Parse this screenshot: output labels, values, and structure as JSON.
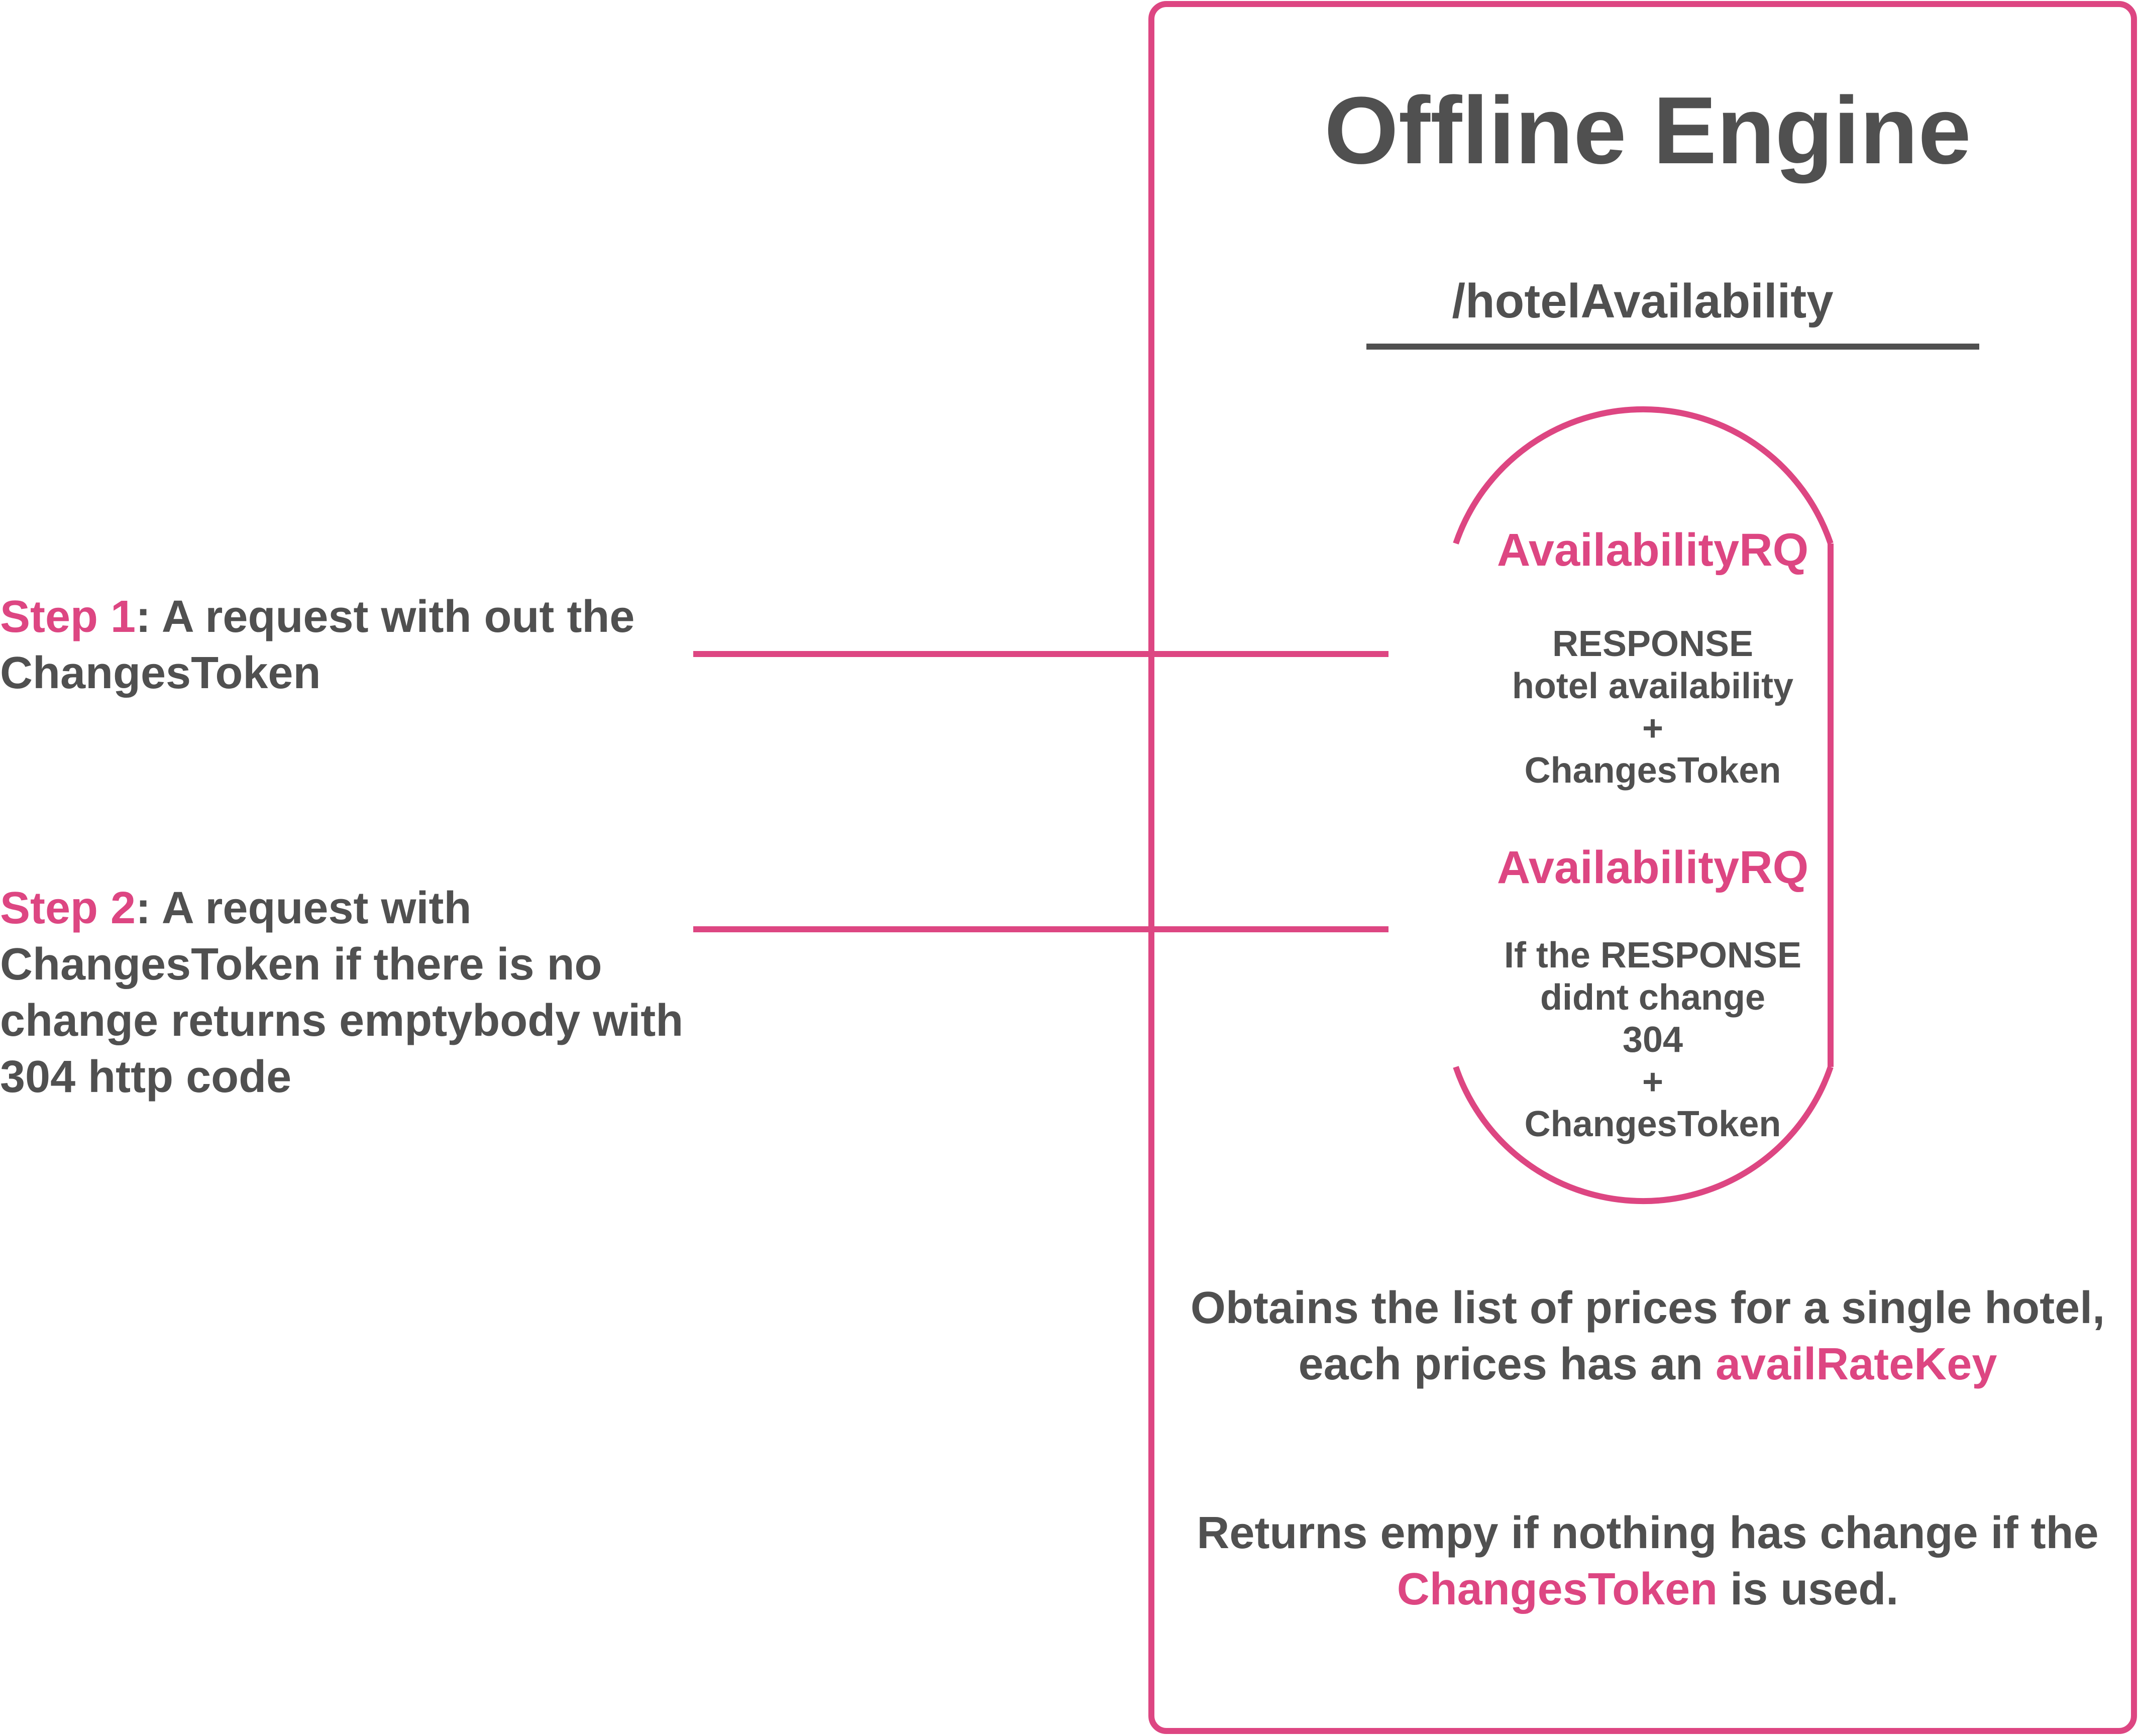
{
  "colors": {
    "accent": "#dd4682",
    "text": "#505050",
    "background": "#ffffff"
  },
  "engine": {
    "title": "Offline Engine",
    "endpoint": "/hotelAvailability"
  },
  "steps": [
    {
      "label": "Step 1",
      "text": ": A request with out the ChangesToken"
    },
    {
      "label": "Step 2",
      "text": ": A request with ChangesToken if there is no change returns emptybody with 304  http code"
    }
  ],
  "flow": {
    "request1": {
      "title": "AvailabilityRQ",
      "lines": [
        "RESPONSE",
        "hotel availability",
        "+",
        "ChangesToken"
      ]
    },
    "request2": {
      "title": "AvailabilityRQ",
      "lines": [
        "If the RESPONSE",
        "didnt change",
        "304",
        "+",
        "ChangesToken"
      ]
    }
  },
  "description": {
    "paragraph1": {
      "text": "Obtains the list of prices for a single hotel, each prices has an ",
      "highlight": "availRateKey"
    },
    "paragraph2": {
      "text_before": "Returns empy if nothing has change if the ",
      "highlight": "ChangesToken",
      "text_after": " is used."
    }
  }
}
